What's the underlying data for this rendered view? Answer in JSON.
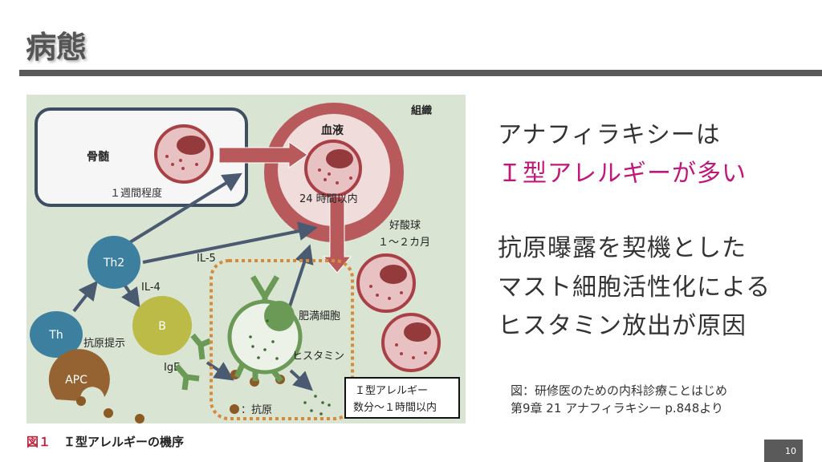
{
  "header": {
    "title": "病態"
  },
  "figure": {
    "tissue": "組織",
    "bone_marrow": "骨髄",
    "one_week": "１週間程度",
    "blood": "血液",
    "within_24h": "24 時間以内",
    "eosinophil": "好酸球",
    "one_two_months": "１～２カ月",
    "th2": "Th2",
    "il5": "IL-5",
    "il4": "IL-4",
    "th": "Th",
    "b": "B",
    "antigen_presentation": "抗原提示",
    "apc": "APC",
    "ige": "IgE",
    "mast_cell": "肥満細胞",
    "histamine": "ヒスタミン",
    "antigen_legend": "：抗原",
    "type1_box_line1": "Ｉ型アレルギー",
    "type1_box_line2": "数分～１時間以内"
  },
  "caption": {
    "number": "図１",
    "text": "Ｉ型アレルギーの機序"
  },
  "right": {
    "line1": "アナフィラキシーは",
    "line2": "Ｉ型アレルギーが多い",
    "line3": "抗原曝露を契機とした",
    "line4": "マスト細胞活性化による",
    "line5": "ヒスタミン放出が原因"
  },
  "citation": {
    "line1": "図：研修医のための内科診療ことはじめ",
    "line2": "第9章 21 アナフィラキシー p.848より"
  },
  "page_number": "10",
  "colors": {
    "accent": "#c0187a",
    "bar": "#5a5a5a",
    "figure_bg": "#d9e4d3"
  }
}
